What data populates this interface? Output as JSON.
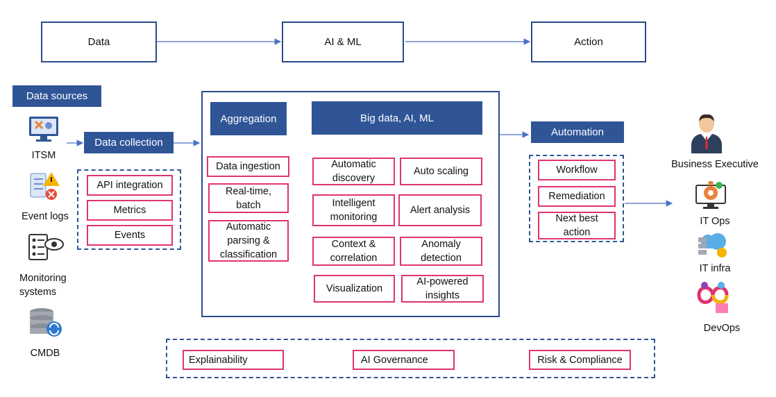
{
  "flow": {
    "data": "Data",
    "aiml": "AI & ML",
    "action": "Action"
  },
  "sources": {
    "header": "Data sources",
    "items": [
      "ITSM",
      "Event logs",
      "Monitoring systems",
      "CMDB"
    ]
  },
  "collection": {
    "header": "Data collection",
    "items": [
      "API integration",
      "Metrics",
      "Events"
    ]
  },
  "aggregation": {
    "header": "Aggregation",
    "items": [
      "Data ingestion",
      "Real-time, batch",
      "Automatic parsing & classification"
    ]
  },
  "bigdata": {
    "header": "Big data, AI, ML",
    "items": [
      "Automatic discovery",
      "Auto scaling",
      "Intelligent monitoring",
      "Alert analysis",
      "Context & correlation",
      "Anomaly detection",
      "Visualization",
      "AI-powered insights"
    ]
  },
  "automation": {
    "header": "Automation",
    "items": [
      "Workflow",
      "Remediation",
      "Next best action"
    ]
  },
  "consumers": [
    "Business Executive",
    "IT Ops",
    "IT infra",
    "DevOps"
  ],
  "governance": [
    "Explainability",
    "AI Governance",
    "Risk & Compliance"
  ],
  "colors": {
    "navy": "#2f5597",
    "pink": "#e0336f",
    "border": "#2b4a8a"
  }
}
